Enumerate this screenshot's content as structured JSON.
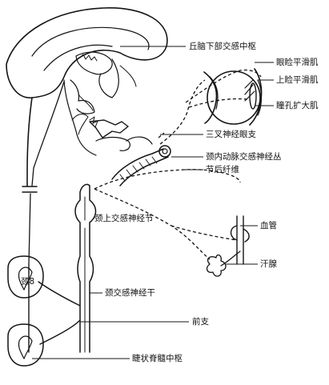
{
  "labels": {
    "hypothalamus_center": "丘脑下部交感中枢",
    "tarsal_superior": "眼睑平滑肌",
    "tarsal_inferior": "上睑平滑肌",
    "pupil_dilator": "瞳孔扩大肌",
    "trigeminal_ophthalmic": "三叉神经眼支",
    "carotid_plexus": "颈内动脉交感神经丛",
    "postganglionic_fiber": "节后纤维",
    "superior_cervical_ganglion": "颈上交感神经节",
    "blood_vessel": "血管",
    "sweat_gland": "汗腺",
    "c8": "颈8",
    "cervical_sympathetic_trunk": "颈交感神经干",
    "anterior_branch": "前支",
    "ciliospinal_center": "睫状脊髓中枢"
  }
}
